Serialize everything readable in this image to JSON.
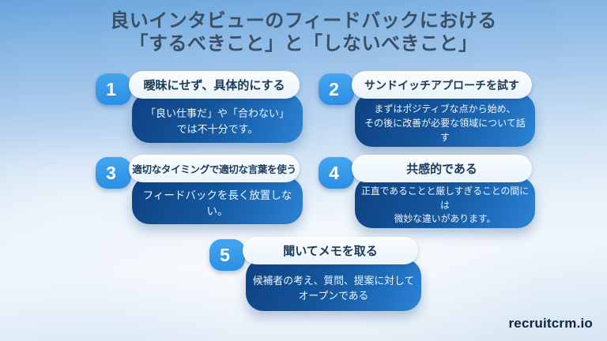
{
  "title": {
    "line1": "良いインタビューのフィードバックにおける",
    "line2": "「するべきこと」と「しないべきこと」"
  },
  "cards": [
    {
      "number": "1",
      "heading": "曖昧にせず、具体的にする",
      "body": "「良い仕事だ」や「合わない」\nでは不十分です。"
    },
    {
      "number": "2",
      "heading": "サンドイッチアプローチを試す",
      "body": "まずはポジティブな点から始め、\nその後に改善が必要な領域について話す"
    },
    {
      "number": "3",
      "heading": "適切なタイミングで適切な言葉を使う",
      "body": "フィードバックを長く放置しない。"
    },
    {
      "number": "4",
      "heading": "共感的である",
      "body": "正直であることと厳しすぎることの間には\n微妙な違いがあります。"
    },
    {
      "number": "5",
      "heading": "聞いてメモを取る",
      "body": "候補者の考え、質問、提案に対して\nオープンである"
    }
  ],
  "footer": {
    "logo": "recruitcrm.io"
  },
  "colors": {
    "background_top": "#68a4dc",
    "background_bottom": "#d8e6f3",
    "badge_blue": "#2f97ea",
    "heading_pill": "#f2f8fd",
    "heading_text": "#1b3a59",
    "body_gradient_start": "#0e4182",
    "body_gradient_end": "#2e84d4",
    "body_text": "#eef6fd",
    "title_text": "#3a4f63",
    "logo_text": "#0e2442"
  }
}
